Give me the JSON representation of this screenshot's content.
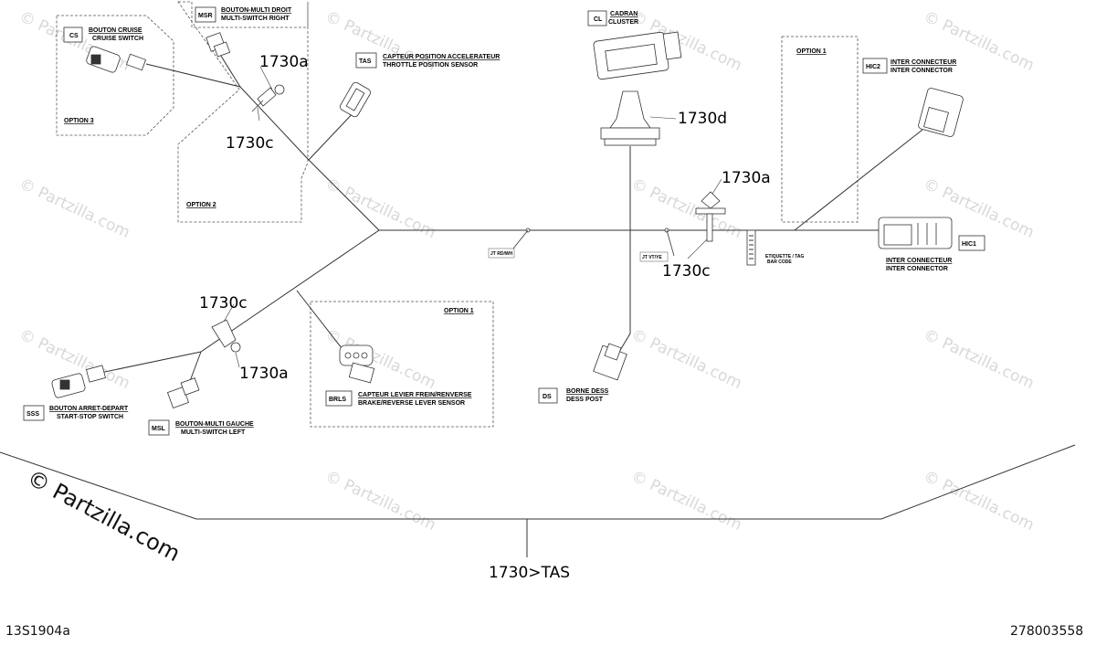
{
  "watermark": {
    "text": "© Partzilla.com",
    "big_text": "© Partzilla.com"
  },
  "corners": {
    "left": "13S1904a",
    "right": "278003558"
  },
  "bottom_ref": "1730>TAS",
  "components": {
    "cs": {
      "code": "CS",
      "fr": "BOUTON CRUISE",
      "en": "CRUISE SWITCH"
    },
    "msr": {
      "code": "MSR",
      "fr": "BOUTON-MULTI DROIT",
      "en": "MULTI-SWITCH RIGHT"
    },
    "tas": {
      "code": "TAS",
      "fr": "CAPTEUR POSITION ACCELERATEUR",
      "en": "THROTTLE POSITION SENSOR"
    },
    "cl": {
      "code": "CL",
      "fr": "CADRAN",
      "en": "CLUSTER"
    },
    "hic2": {
      "code": "HIC2",
      "fr": "INTER CONNECTEUR",
      "en": "INTER CONNECTOR"
    },
    "hic1": {
      "code": "HIC1",
      "fr": "INTER CONNECTEUR",
      "en": "INTER CONNECTOR"
    },
    "sss": {
      "code": "SSS",
      "fr": "BOUTON ARRET-DEPART",
      "en": "START-STOP SWITCH"
    },
    "msl": {
      "code": "MSL",
      "fr": "BOUTON-MULTI GAUCHE",
      "en": "MULTI-SWITCH LEFT"
    },
    "brls": {
      "code": "BRLS",
      "fr": "CAPTEUR LEVIER FREIN/RENVERSE",
      "en": "BRAKE/REVERSE LEVER SENSOR"
    },
    "ds": {
      "code": "DS",
      "fr": "BORNE DESS",
      "en": "DESS POST"
    }
  },
  "options": {
    "opt3": "OPTION 3",
    "opt2": "OPTION 2",
    "opt1_right": "OPTION 1",
    "opt1_mid": "OPTION 1"
  },
  "refs": {
    "r1730a_top": "1730a",
    "r1730c_top": "1730c",
    "r1730d": "1730d",
    "r1730a_mid": "1730a",
    "r1730c_mid": "1730c",
    "r1730c_left": "1730c",
    "r1730a_left": "1730a"
  },
  "tapes": {
    "rdwh": "JT RD/WH",
    "vtye": "JT VT/YE"
  },
  "tag": {
    "l1": "ETIQUETTE / TAG",
    "l2": "BAR CODE"
  }
}
